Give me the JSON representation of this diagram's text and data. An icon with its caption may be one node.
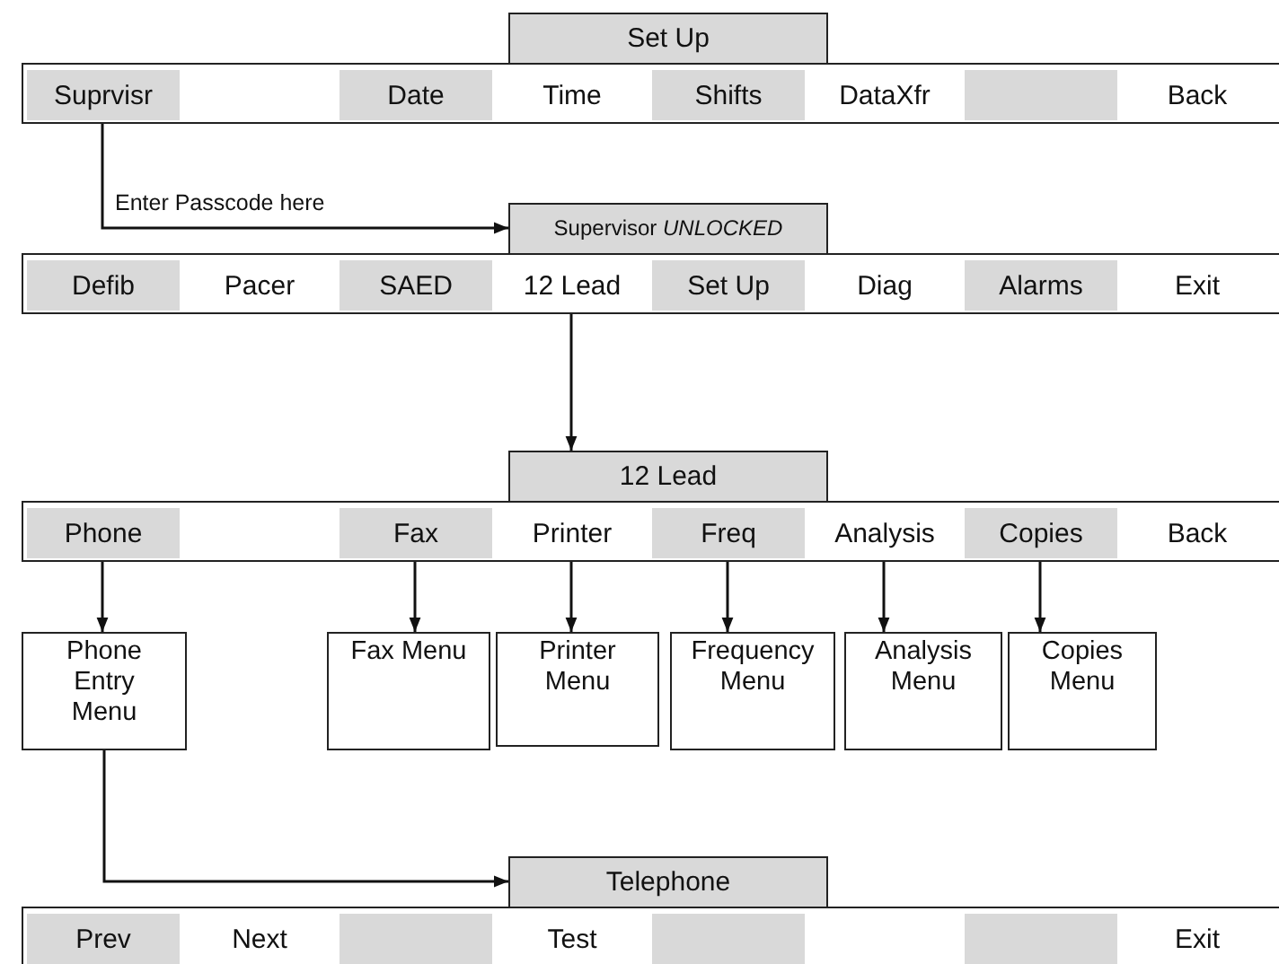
{
  "diagram": {
    "nodes": [
      {
        "text": [
          "Set Up"
        ]
      },
      {
        "text": [],
        "shape": "bar"
      },
      {
        "text": [
          "Suprvisr"
        ],
        "in": 1
      },
      {
        "text": [
          "Date"
        ],
        "in": 1
      },
      {
        "text": [
          "Time"
        ],
        "in": 1
      },
      {
        "text": [
          "Shifts"
        ],
        "in": 1
      },
      {
        "text": [
          "DataXfr"
        ],
        "in": 1
      },
      {
        "text": [],
        "shape": "box",
        "in": 1
      },
      {
        "text": [
          "Back"
        ],
        "in": 1
      },
      {
        "text": [
          "Supervisor *UNLOCKED*"
        ]
      },
      {
        "text": [],
        "shape": "bar"
      },
      {
        "text": [
          "Defib"
        ],
        "in": 10
      },
      {
        "text": [
          "Pacer"
        ],
        "in": 10
      },
      {
        "text": [
          "SAED"
        ],
        "in": 10
      },
      {
        "text": [
          "12 Lead"
        ],
        "in": 10
      },
      {
        "text": [
          "Set Up"
        ],
        "in": 10
      },
      {
        "text": [
          "Diag"
        ],
        "in": 10
      },
      {
        "text": [
          "Alarms"
        ],
        "in": 10
      },
      {
        "text": [
          "Exit"
        ],
        "in": 10
      },
      {
        "text": [
          "12 Lead"
        ]
      },
      {
        "text": [],
        "shape": "bar"
      },
      {
        "text": [
          "Phone"
        ],
        "in": 20
      },
      {
        "text": [
          "Fax"
        ],
        "in": 20
      },
      {
        "text": [
          "Printer"
        ],
        "in": 20
      },
      {
        "text": [
          "Freq"
        ],
        "in": 20
      },
      {
        "text": [
          "Analysis"
        ],
        "in": 20
      },
      {
        "text": [
          "Copies"
        ],
        "in": 20
      },
      {
        "text": [
          "Back"
        ],
        "in": 20
      },
      {
        "text": [
          "Phone Entry Menu"
        ]
      },
      {
        "text": [
          "Fax Menu"
        ]
      },
      {
        "text": [
          "Printer Menu"
        ]
      },
      {
        "text": [
          "Frequency Menu"
        ]
      },
      {
        "text": [
          "Analysis Menu"
        ]
      },
      {
        "text": [
          "Copies Menu"
        ]
      },
      {
        "text": [
          "Telephone"
        ]
      },
      {
        "text": [],
        "shape": "bar"
      },
      {
        "text": [
          "Prev"
        ],
        "in": 35
      },
      {
        "text": [
          "Next"
        ],
        "in": 35
      },
      {
        "text": [],
        "shape": "box",
        "in": 35
      },
      {
        "text": [
          "Test"
        ],
        "in": 35
      },
      {
        "text": [],
        "shape": "box",
        "in": 35
      },
      {
        "text": [],
        "shape": "box",
        "in": 35
      },
      {
        "text": [
          "Exit"
        ],
        "in": 35
      }
    ],
    "edges": [
      {
        "from": 2,
        "to": 9,
        "arrow": "to",
        "label": "Enter Passcode here"
      },
      {
        "from": 14,
        "to": 19,
        "arrow": "to"
      },
      {
        "from": 21,
        "to": 28,
        "arrow": "to"
      },
      {
        "from": 22,
        "to": 29,
        "arrow": "to"
      },
      {
        "from": 23,
        "to": 30,
        "arrow": "to"
      },
      {
        "from": 24,
        "to": 31,
        "arrow": "to"
      },
      {
        "from": 25,
        "to": 32,
        "arrow": "to"
      },
      {
        "from": 26,
        "to": 33,
        "arrow": "to"
      },
      {
        "from": 28,
        "to": 34,
        "arrow": "to"
      }
    ]
  }
}
